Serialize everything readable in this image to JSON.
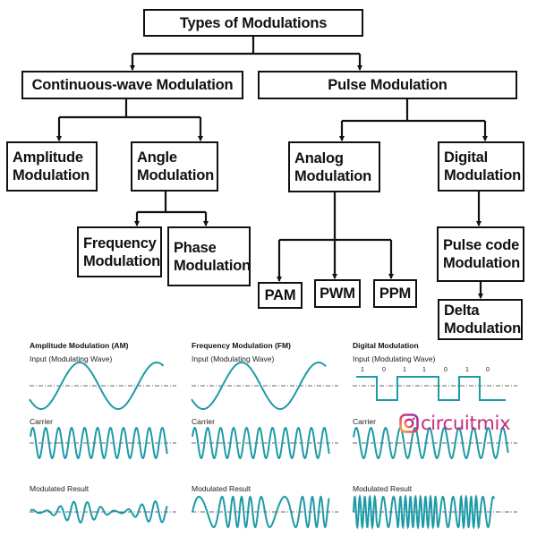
{
  "diagram": {
    "root": "Types of Modulations",
    "continuous_wave": "Continuous-wave Modulation",
    "pulse": "Pulse Modulation",
    "amplitude": [
      "Amplitude",
      "Modulation"
    ],
    "angle": [
      "Angle",
      "Modulation"
    ],
    "analog": [
      "Analog",
      "Modulation"
    ],
    "digital": [
      "Digital",
      "Modulation"
    ],
    "frequency": [
      "Frequency",
      "Modulation"
    ],
    "phase": [
      "Phase",
      "Modulation"
    ],
    "pam": "PAM",
    "pwm": "PWM",
    "ppm": "PPM",
    "pcm": [
      "Pulse code",
      "Modulation"
    ],
    "delta": [
      "Delta",
      "Modulation"
    ]
  },
  "waves": {
    "am": {
      "title": "Amplitude Modulation (AM)",
      "input_label": "Input (Modulating Wave)",
      "carrier_label": "Carrier",
      "result_label": "Modulated Result"
    },
    "fm": {
      "title": "Frequency Modulation (FM)",
      "input_label": "Input (Modulating Wave)",
      "carrier_label": "Carrier",
      "result_label": "Modulated Result"
    },
    "digital": {
      "title": "Digital Modulation",
      "input_label": "Input (Modulating Wave)",
      "carrier_label": "Carrier",
      "result_label": "Modulated Result",
      "bits": [
        "1",
        "0",
        "1",
        "1",
        "0",
        "1",
        "0"
      ]
    }
  },
  "logo": {
    "text": "circuitmix",
    "icon": "instagram-icon"
  },
  "colors": {
    "wave": "#1f9aa8",
    "line": "#111111",
    "logo": "#c42c7a"
  }
}
